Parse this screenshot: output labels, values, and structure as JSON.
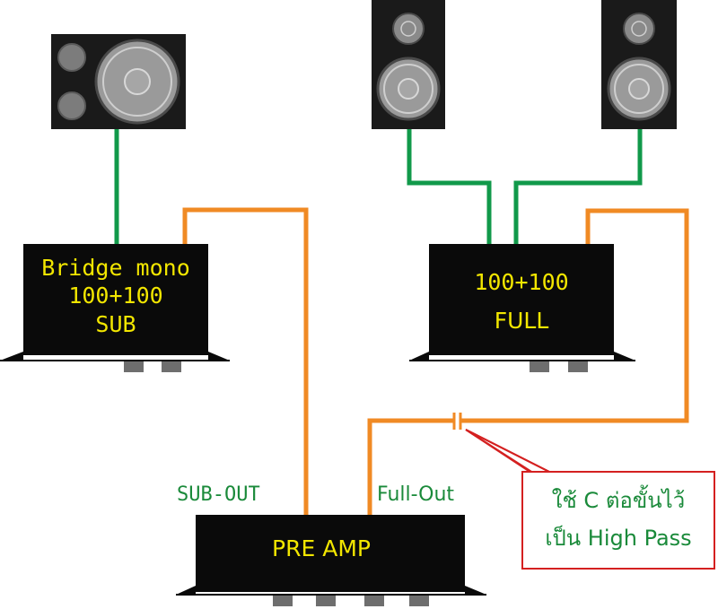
{
  "amps": {
    "sub": {
      "line1": "Bridge mono",
      "line2": "100+100",
      "line3": "SUB"
    },
    "full": {
      "line1": "100+100",
      "line2": "FULL"
    },
    "pre": {
      "label": "PRE AMP"
    }
  },
  "ports": {
    "sub_out": "SUB-OUT",
    "full_out": "Full-Out"
  },
  "note": {
    "line1": "ใช้ C ต่อขั้นไว้",
    "line2": "เป็น High Pass"
  },
  "colors": {
    "speaker_wire": "#11994a",
    "signal_wire": "#f08a24",
    "amp_body": "#0a0a0a",
    "amp_text": "#f2e600",
    "label_green": "#1a8a3a",
    "note_border": "#d42020"
  }
}
